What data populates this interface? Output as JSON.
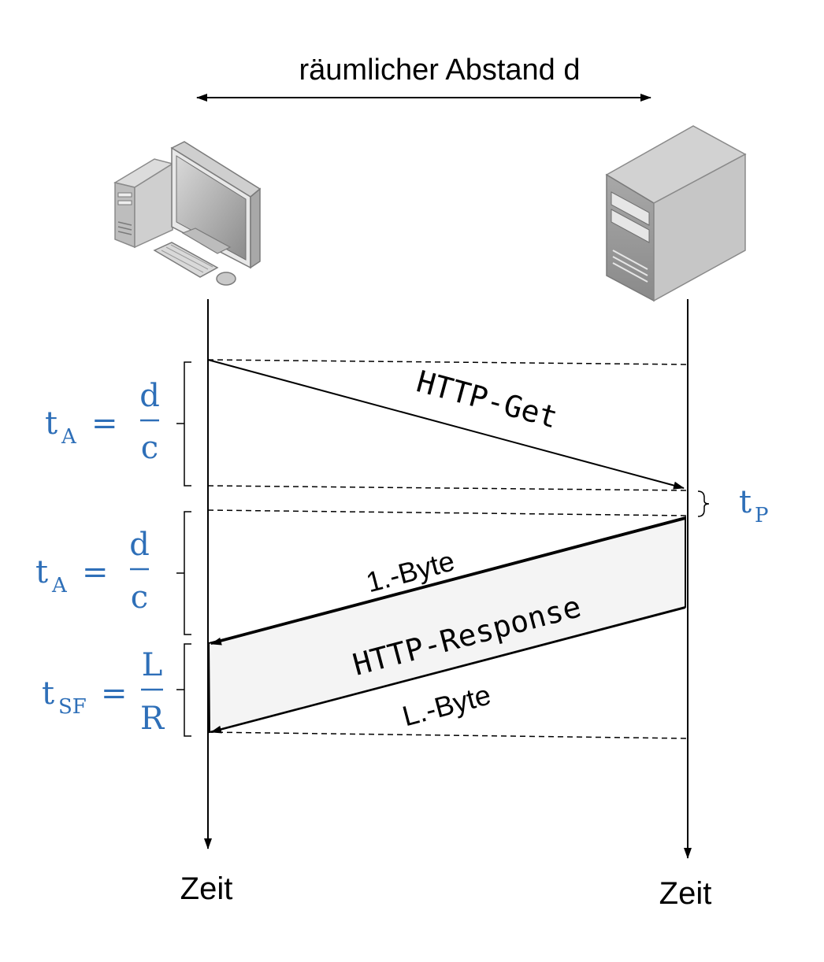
{
  "title": "räumlicher Abstand d",
  "timeline": {
    "client_label": "Zeit",
    "server_label": "Zeit"
  },
  "messages": {
    "request": "HTTP-Get",
    "first_byte": "1.-Byte",
    "response": "HTTP-Response",
    "last_byte": "L.-Byte"
  },
  "formulas": {
    "ta1": {
      "base": "t",
      "sub": "A",
      "eq": "=",
      "num": "d",
      "den": "c"
    },
    "ta2": {
      "base": "t",
      "sub": "A",
      "eq": "=",
      "num": "d",
      "den": "c"
    },
    "tsf": {
      "base": "t",
      "sub": "SF",
      "eq": "=",
      "num": "L",
      "den": "R"
    },
    "tp": {
      "base": "t",
      "sub": "P"
    }
  },
  "icons": {
    "client": "desktop-computer-icon",
    "server": "server-tower-icon"
  },
  "colors": {
    "formula": "#2e6fb8",
    "line": "#000000",
    "response_fill": "#f4f4f4"
  }
}
